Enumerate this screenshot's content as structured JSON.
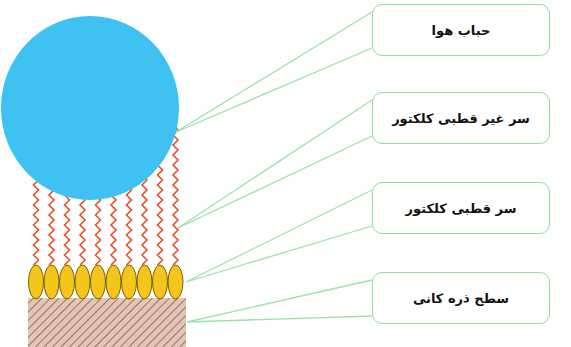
{
  "diagram": {
    "nodes": [
      {
        "text": [
          "حباب هوا"
        ]
      },
      {
        "text": [
          "سر غیر قطبی کلکتور"
        ]
      },
      {
        "text": [
          "سر قطبی کلکتور"
        ]
      },
      {
        "text": [
          "سطح ذره کانی"
        ]
      }
    ]
  }
}
